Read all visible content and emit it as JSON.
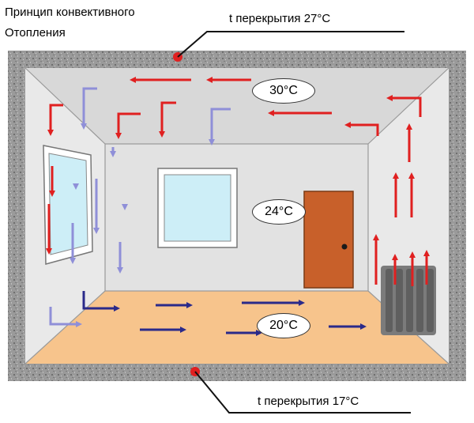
{
  "title": {
    "line1": "Принцип конвективного",
    "line2": "Отопления"
  },
  "labels": {
    "ceiling_slab": "t перекрытия 27°C",
    "floor_slab": "t перекрытия 17°C"
  },
  "temperatures": {
    "top": "30°C",
    "middle": "24°C",
    "bottom": "20°C"
  },
  "colors": {
    "concrete": "#9a9a9a",
    "room_wall": "#e2e2e2",
    "floor": "#f7c48c",
    "door": "#c8602a",
    "window_glass": "#cdeef7",
    "radiator": "#6e6e6e",
    "marker": "#e02020",
    "warm_arrow": "#e02020",
    "cold_arrow": "#2a2a8a",
    "cool_arrow": "#8f8fd8"
  }
}
